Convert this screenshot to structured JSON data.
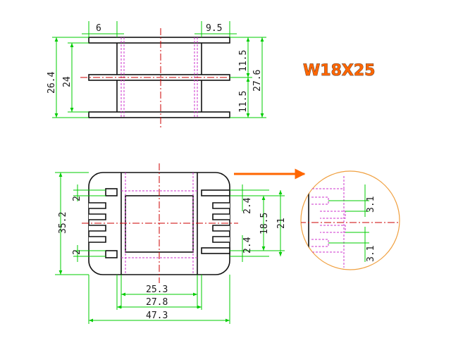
{
  "title": "W18X25",
  "colors": {
    "title": "#ff6600",
    "dimension_lines": "#00cc00",
    "hidden_lines": "#cc33cc",
    "center_lines": "#cc0000",
    "arrow": "#ff6600",
    "detail_circle": "#f0a040"
  },
  "side_view": {
    "dim_6": "6",
    "dim_9_5": "9.5",
    "dim_26_4": "26.4",
    "dim_24": "24",
    "dim_11_5_top": "11.5",
    "dim_11_5_bottom": "11.5",
    "dim_27_6": "27.6"
  },
  "top_view": {
    "dim_35_2": "35.2",
    "dim_2_top": "2",
    "dim_2_bottom": "2",
    "dim_2_4_top": "2.4",
    "dim_2_4_bottom": "2.4",
    "dim_18_5": "18.5",
    "dim_21": "21",
    "dim_25_3": "25.3",
    "dim_27_8": "27.8",
    "dim_47_3": "47.3"
  },
  "detail_view": {
    "dim_3_1_top": "3.1",
    "dim_3_1_bottom": "3.1"
  }
}
